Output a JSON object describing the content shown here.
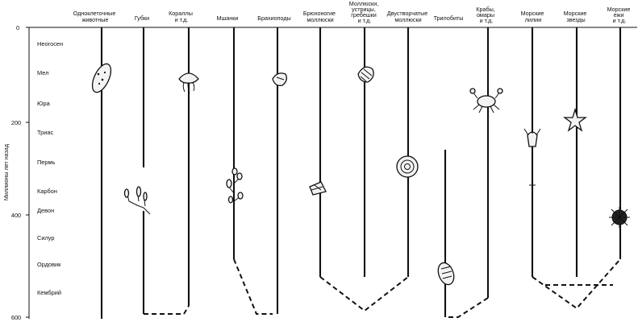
{
  "y_axis": {
    "label": "Миллионы лет назад",
    "ticks": [
      "0",
      "200",
      "400",
      "600"
    ]
  },
  "periods": [
    "Неогосен",
    "Мел",
    "Юра",
    "Триас",
    "Пермь",
    "Карбон",
    "Девон",
    "Силур",
    "Ордовик",
    "Кембрий"
  ],
  "groups": [
    {
      "id": "unicellular",
      "lines": [
        "Одноклеточные",
        "животные"
      ]
    },
    {
      "id": "sponges",
      "lines": [
        "Губки"
      ]
    },
    {
      "id": "corals",
      "lines": [
        "Кораллы",
        "и т.д."
      ]
    },
    {
      "id": "bryozoa",
      "lines": [
        "Мшанки"
      ]
    },
    {
      "id": "brachiopods",
      "lines": [
        "Брахиоподы"
      ]
    },
    {
      "id": "gastropods",
      "lines": [
        "Брюхоногие",
        "моллюски"
      ]
    },
    {
      "id": "bivalves",
      "lines": [
        "Моллюски,",
        "устрицы,",
        "гребешки",
        "и т.д."
      ]
    },
    {
      "id": "cephalopods",
      "lines": [
        "Двустворчатые",
        "моллюски"
      ]
    },
    {
      "id": "trilobites",
      "lines": [
        "Трилобиты"
      ]
    },
    {
      "id": "crustaceans",
      "lines": [
        "Крабы,",
        "омары",
        "и т.д."
      ]
    },
    {
      "id": "crinoids",
      "lines": [
        "Морские",
        "лилии"
      ]
    },
    {
      "id": "starfish",
      "lines": [
        "Морские",
        "звезды"
      ]
    },
    {
      "id": "urchins",
      "lines": [
        "Морские",
        "ежи",
        "и т.д."
      ]
    }
  ]
}
